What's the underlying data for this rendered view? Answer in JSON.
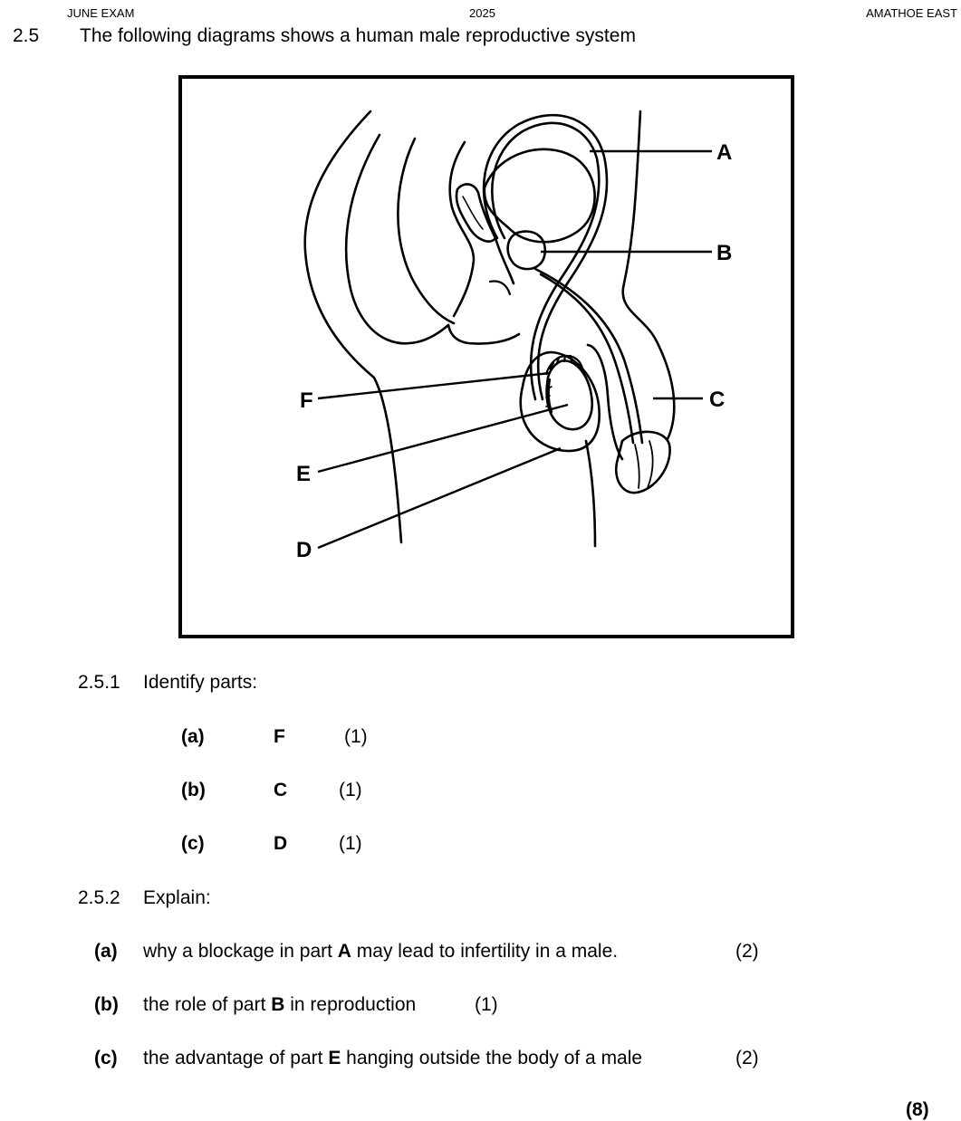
{
  "header": {
    "left": "JUNE EXAM",
    "center": "2025",
    "right": "AMATHOE EAST"
  },
  "question": {
    "number": "2.5",
    "text": "The following diagrams shows a human male reproductive system"
  },
  "diagram": {
    "labels": [
      "A",
      "B",
      "C",
      "D",
      "E",
      "F"
    ]
  },
  "q251": {
    "number": "2.5.1",
    "text": "Identify parts:",
    "items": [
      {
        "letter": "(a)",
        "part": "F",
        "marks": "(1)"
      },
      {
        "letter": "(b)",
        "part": "C",
        "marks": "(1)"
      },
      {
        "letter": "(c)",
        "part": "D",
        "marks": "(1)"
      }
    ]
  },
  "q252": {
    "number": "2.5.2",
    "text": "Explain:",
    "items": [
      {
        "letter": "(a)",
        "pre": "why a blockage in part ",
        "part": "A",
        "post": " may lead to infertility in a male.",
        "marks": "(2)"
      },
      {
        "letter": "(b)",
        "pre": "the role of part ",
        "part": "B",
        "post": " in reproduction",
        "marks": "(1)"
      },
      {
        "letter": "(c)",
        "pre": "the advantage of part ",
        "part": "E",
        "post": " hanging outside the body of a male",
        "marks": "(2)"
      }
    ]
  },
  "total": "(8)"
}
